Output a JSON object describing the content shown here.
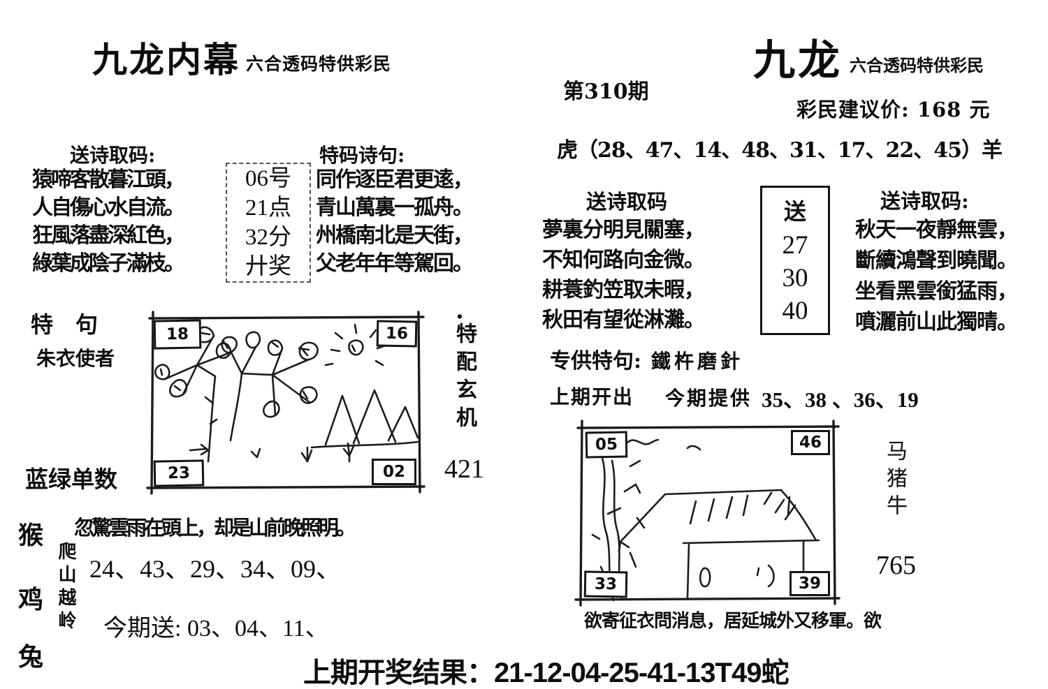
{
  "masthead_left": {
    "title": "九龙内幕",
    "subtitle": "六合透码特供彩民"
  },
  "masthead_right": {
    "issue": "第310期",
    "title": "九龙",
    "subtitle": "六合透码特供彩民",
    "price": "彩民建议价: 168 元",
    "zodiac_line": "虎（28、47、14、48、31、17、22、45）羊"
  },
  "left_poem": {
    "heading": "送诗取码:",
    "lines": [
      "猿啼客散暮江頭，",
      "人自傷心水自流。",
      "狂風落盡深紅色，",
      "綠葉成陰子滿枝。"
    ]
  },
  "prize_box": {
    "items": [
      "06号",
      "21点",
      "32分",
      "廾奖"
    ]
  },
  "special_poem": {
    "heading": "特码诗句:",
    "lines": [
      "同作逐臣君更逺，",
      "青山萬裏一孤舟。",
      "州橋南北是天街，",
      "父老年年等駕回。"
    ]
  },
  "mid_left": {
    "te_ju": "特　句",
    "messenger": "朱衣使者",
    "blue_green": "蓝绿单数",
    "dot": "·",
    "mystery_label": "特配玄机",
    "mystery_number": "421"
  },
  "tree": {
    "corners": {
      "tl": "18",
      "tr": "16",
      "bl": "23",
      "br": "02"
    }
  },
  "bottom_left": {
    "zodiac_1": "猴",
    "zodiac_2": "鸡",
    "zodiac_3": "兔",
    "vertical_phrase": "爬山越岭",
    "sentence": "忽驚雲雨在頭上，却是山前晚照明。",
    "numbers": "24、43、29、34、09、",
    "gift_line": "今期送: 03、04、11、"
  },
  "right_poem_1": {
    "heading": "送诗取码",
    "lines": [
      "夢裏分明見關塞，",
      "不知何路向金微。",
      "耕蓑釣笠取未暇，",
      "秋田有望從淋灘。"
    ]
  },
  "send_box": {
    "label": "送",
    "numbers": [
      "27",
      "30",
      "40"
    ]
  },
  "right_poem_2": {
    "heading": "送诗取码:",
    "lines": [
      "秋天一夜靜無雲，",
      "斷續鴻聲到曉聞。",
      "坐看黑雲銜猛雨，",
      "噴灑前山此獨晴。"
    ]
  },
  "special_offer": {
    "label": "专供特句:",
    "value": "鐵杵磨針"
  },
  "open_line": {
    "prev": "上期开出",
    "current": "今期提供",
    "numbers": "35、38 、36、19"
  },
  "house": {
    "corners": {
      "tl": "05",
      "tr": "46",
      "bl": "33",
      "br": "39"
    },
    "zodiacs": "马猪牛",
    "number": "765",
    "caption": "欲寄征衣問消息，居延城外又移軍。欲"
  },
  "footer": {
    "result": "上期开奖结果：21-12-04-25-41-13T49蛇"
  }
}
